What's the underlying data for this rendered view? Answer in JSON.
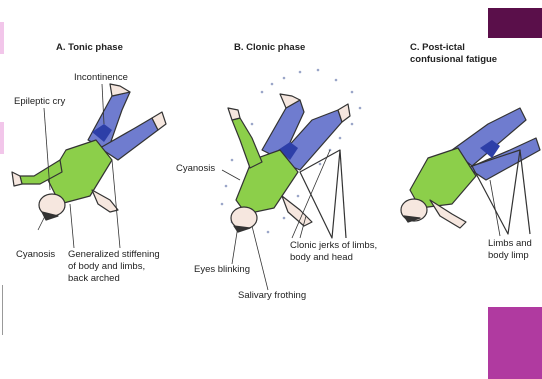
{
  "panels": {
    "a": {
      "title": "A. Tonic phase",
      "labels": {
        "incontinence": "Incontinence",
        "epileptic_cry": "Epileptic cry",
        "cyanosis": "Cyanosis",
        "stiffening_1": "Generalized stiffening",
        "stiffening_2": "of body and limbs,",
        "stiffening_3": "back arched"
      }
    },
    "b": {
      "title": "B. Clonic phase",
      "labels": {
        "cyanosis": "Cyanosis",
        "eyes_blinking": "Eyes blinking",
        "salivary_frothing": "Salivary frothing",
        "clonic_1": "Clonic jerks of limbs,",
        "clonic_2": "body and head"
      }
    },
    "c": {
      "title_1": "C. Post-ictal",
      "title_2": "confusional fatigue",
      "labels": {
        "limbs_1": "Limbs and",
        "limbs_2": "body limp"
      }
    }
  },
  "colors": {
    "shirt_green": "#8ccf4a",
    "pants_blue": "#6f7ccf",
    "incontinence_blue": "#2d3fa8",
    "skin": "#f6e7df",
    "outline": "#333333",
    "accent_purple_dark": "#5a0f4a",
    "accent_purple_light": "#b03aa0",
    "accent_pink": "#f2c6ea"
  }
}
